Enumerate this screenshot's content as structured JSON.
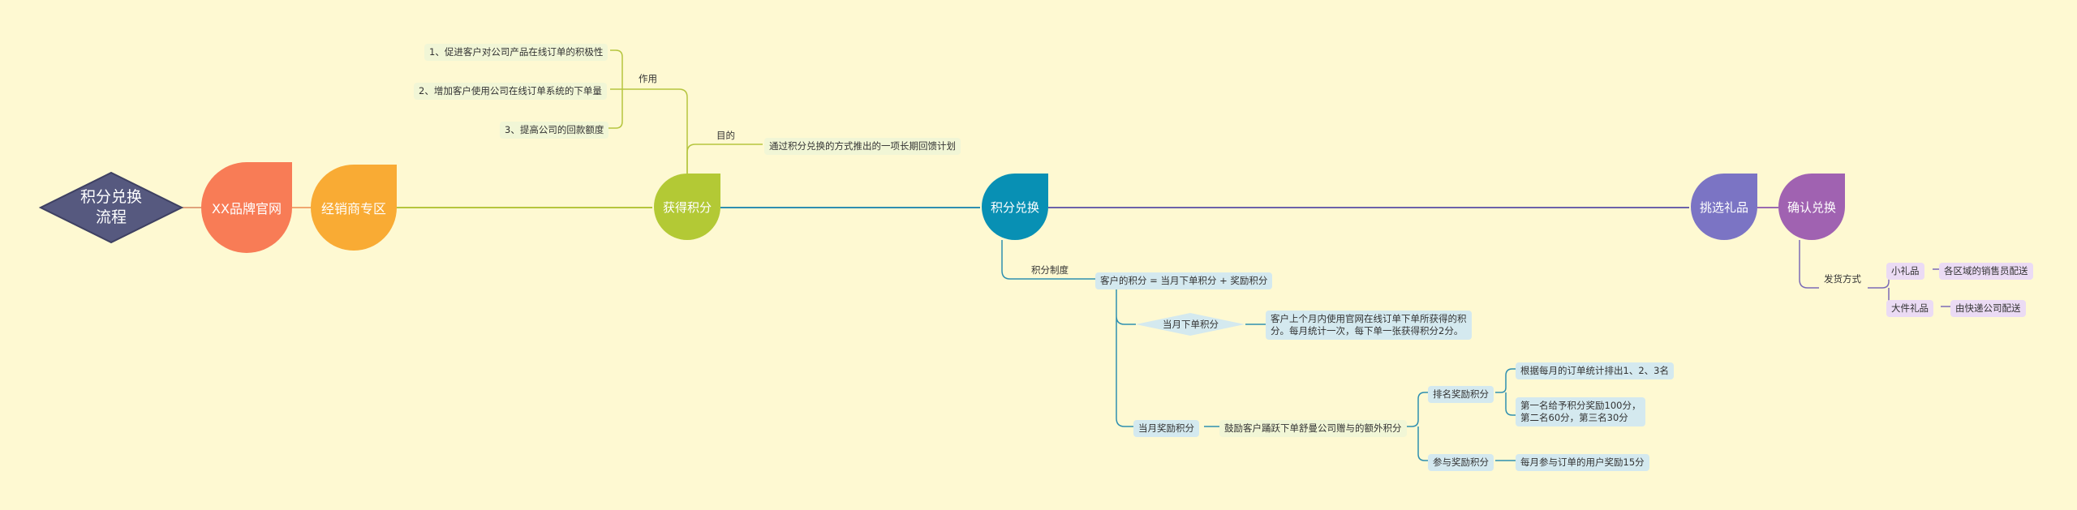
{
  "root": "积分兑换\n流程",
  "main": [
    "XX品牌官网",
    "经销商专区",
    "获得积分",
    "积分兑换",
    "挑选礼品",
    "确认兑换"
  ],
  "purpose": {
    "use_label": "作用",
    "uses": [
      "1、促进客户对公司产品在线订单的积极性",
      "2、增加客户使用公司在线订单系统的下单量",
      "3、提高公司的回款额度"
    ],
    "goal_label": "目的",
    "goal": "通过积分兑换的方式推出的一项长期回馈计划"
  },
  "system": {
    "label": "积分制度",
    "formula": "客户的积分 = 当月下单积分 + 奖励积分",
    "monthly_order": "当月下单积分",
    "monthly_order_desc": "客户上个月内使用官网在线订单下单所获得的积\n分。每月统计一次，每下单一张获得积分2分。",
    "monthly_reward": "当月奖励积分",
    "reward_desc": "鼓励客户踊跃下单舒曼公司赠与的额外积分",
    "rank_reward": "排名奖励积分",
    "rank_desc1": "根据每月的订单统计排出1、2、3名",
    "rank_desc2": "第一名给予积分奖励100分，\n第二名60分，第三名30分",
    "part_reward": "参与奖励积分",
    "part_desc": "每月参与订单的用户奖励15分"
  },
  "delivery": {
    "label": "发货方式",
    "small": "小礼品",
    "small_desc": "各区域的销售员配送",
    "large": "大件礼品",
    "large_desc": "由快递公司配送"
  },
  "colors": {
    "root": "#56597f",
    "brand": "#f87c56",
    "dealer": "#f9ab34",
    "get": "#b3c935",
    "exchange": "#0890b4",
    "pick": "#7b74c4",
    "confirm": "#a062b1"
  }
}
